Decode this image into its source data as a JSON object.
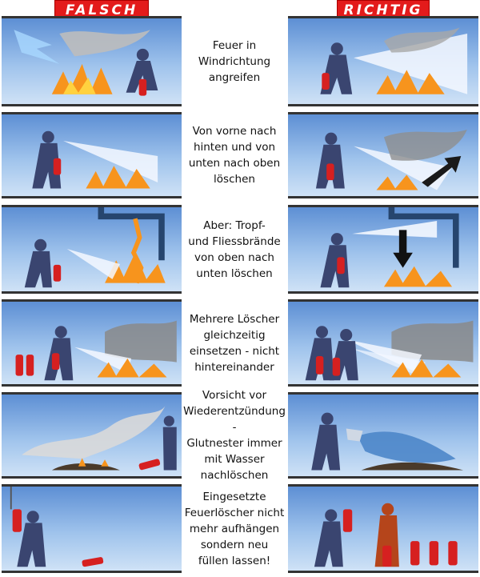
{
  "header": {
    "wrong_label": "FALSCH",
    "right_label": "RICHTIG"
  },
  "rows": [
    {
      "caption": "Feuer in\nWindrichtung\nangreifen"
    },
    {
      "caption": "Von vorne nach\nhinten und von\nunten nach oben\nlöschen"
    },
    {
      "caption": "Aber: Tropf-\nund Fliessbrände\nvon oben nach\nunten löschen"
    },
    {
      "caption": "Mehrere Löscher\ngleichzeitig\neinsetzen - nicht\nhintereinander"
    },
    {
      "caption": "Vorsicht vor\nWiederentzündung -\nGlutnester immer\nmit Wasser\nnachlöschen"
    },
    {
      "caption": "Eingesetzte\nFeuerlöscher nicht\nmehr aufhängen\nsondern neu\nfüllen lassen!"
    }
  ],
  "colors": {
    "header_red": "#e31b1b",
    "sky_top": "#5d8fd4",
    "flame": "#f7941d",
    "person": "#3a4570"
  }
}
